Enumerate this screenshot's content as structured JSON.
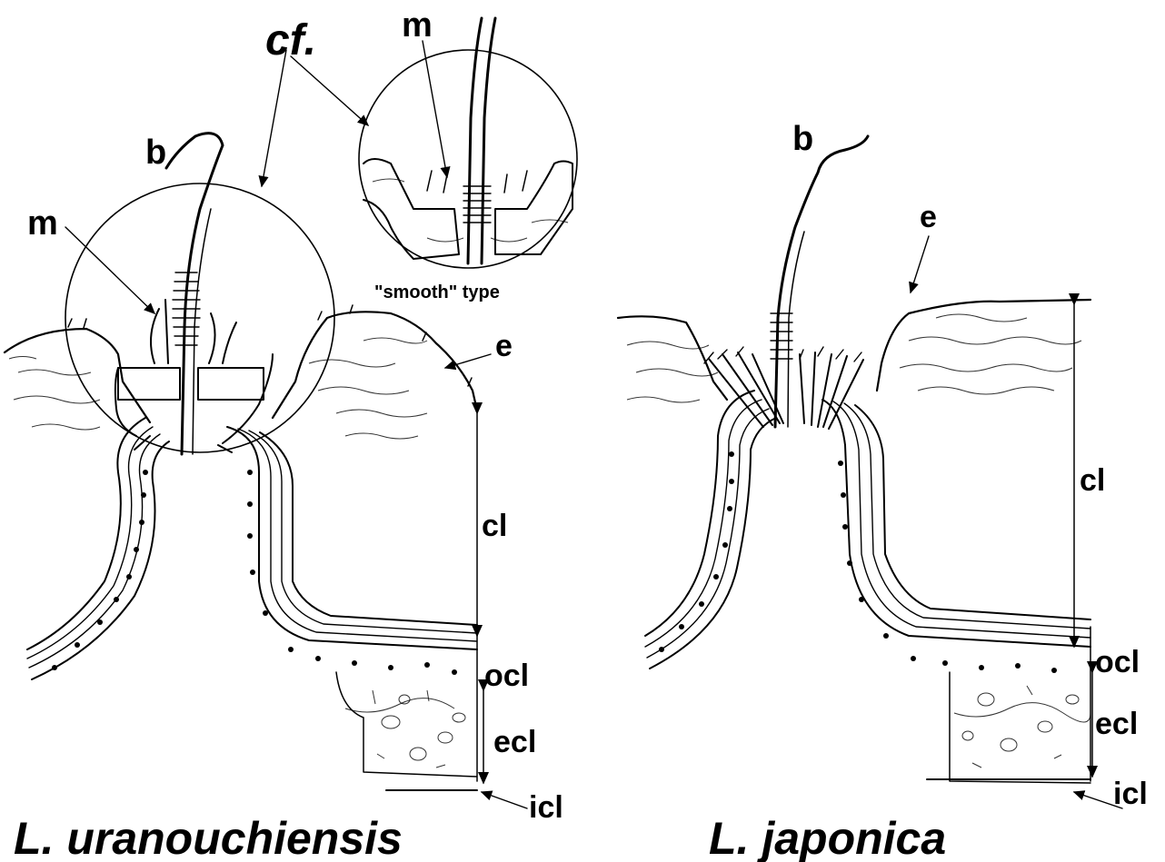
{
  "left_figure": {
    "title": "L. uranouchiensis",
    "labels": {
      "b": "b",
      "m": "m",
      "e": "e",
      "cl": "cl",
      "ocl": "ocl",
      "ecl": "ecl",
      "icl": "icl"
    }
  },
  "inset": {
    "pointer_label": "cf.",
    "m": "m",
    "caption": "\"smooth\" type"
  },
  "right_figure": {
    "title": "L. japonica",
    "labels": {
      "b": "b",
      "e": "e",
      "cl": "cl",
      "ocl": "ocl",
      "ecl": "ecl",
      "icl": "icl"
    }
  }
}
